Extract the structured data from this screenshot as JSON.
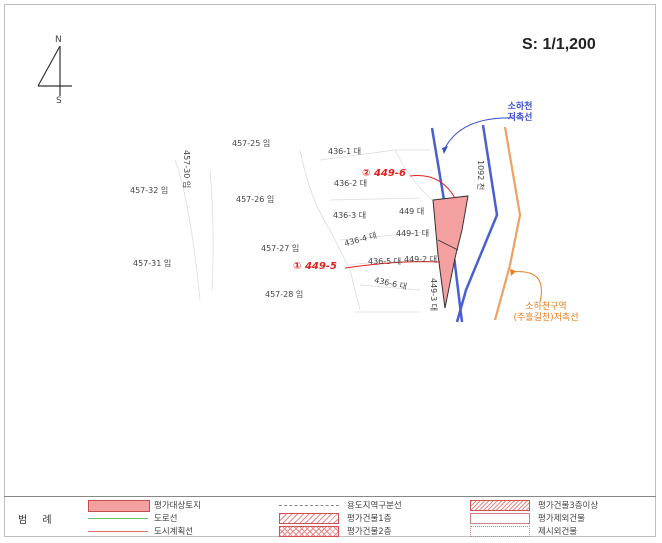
{
  "scale_text": "S: 1/1,200",
  "north": {
    "n": "N",
    "s": "S"
  },
  "parcels": [
    {
      "text": "457-25 임"
    },
    {
      "text": "436-1 대"
    },
    {
      "text": "457-32 임"
    },
    {
      "text": "436-2 대"
    },
    {
      "text": "457-26 임"
    },
    {
      "text": "436-3 대"
    },
    {
      "text": "449 대"
    },
    {
      "text": "436-4 대"
    },
    {
      "text": "449-1 대"
    },
    {
      "text": "457-27 임"
    },
    {
      "text": "436-5 대"
    },
    {
      "text": "449-2 대"
    },
    {
      "text": "457-31 임"
    },
    {
      "text": "436-6 대"
    },
    {
      "text": "457-28 임"
    }
  ],
  "vertical_labels": {
    "p457_30": "457-30 임",
    "p1092": "1092 천",
    "p449_3": "449-3 대"
  },
  "targets": {
    "t1": "① 449-5",
    "t2": "② 449-6"
  },
  "boundary_blue": [
    "소하천",
    "저촉선"
  ],
  "boundary_orange": [
    "소하천구역",
    "(주흘길천)저촉선"
  ],
  "legend": {
    "title": "범 례",
    "items": [
      {
        "label": "평가대상토지"
      },
      {
        "label": "도로선"
      },
      {
        "label": "도시계획선"
      },
      {
        "label": "용도지역구분선"
      },
      {
        "label": "평가건물1층"
      },
      {
        "label": "평가건물2층"
      },
      {
        "label": "평가건물3층이상"
      },
      {
        "label": "평가제외건물"
      },
      {
        "label": "제시외건물"
      }
    ]
  },
  "colors": {
    "target_fill": "#f4a0a0",
    "target_label": "#e02020",
    "blue_line": "#4a5fd0",
    "orange_line": "#f0a060"
  }
}
